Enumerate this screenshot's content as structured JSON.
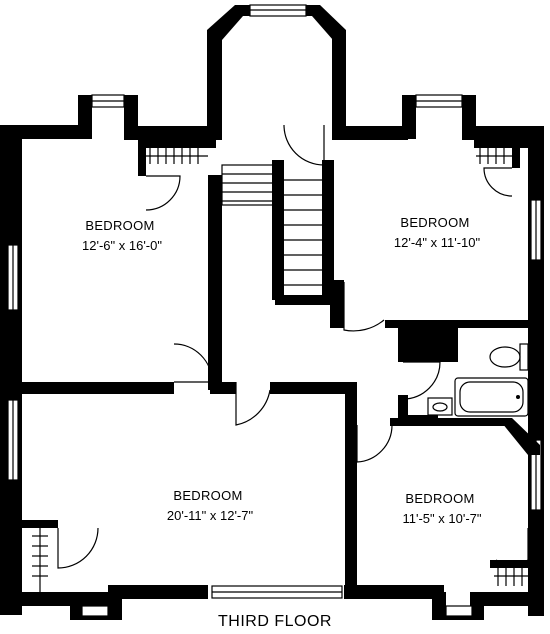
{
  "plan": {
    "floor_title": "THIRD FLOOR",
    "rooms": [
      {
        "name": "BEDROOM",
        "dimensions": "12'-6\" x 16'-0\""
      },
      {
        "name": "BEDROOM",
        "dimensions": "12'-4\" x 11'-10\""
      },
      {
        "name": "BEDROOM",
        "dimensions": "20'-11\" x 12'-7\""
      },
      {
        "name": "BEDROOM",
        "dimensions": "11'-5\" x 10'-7\""
      }
    ]
  }
}
